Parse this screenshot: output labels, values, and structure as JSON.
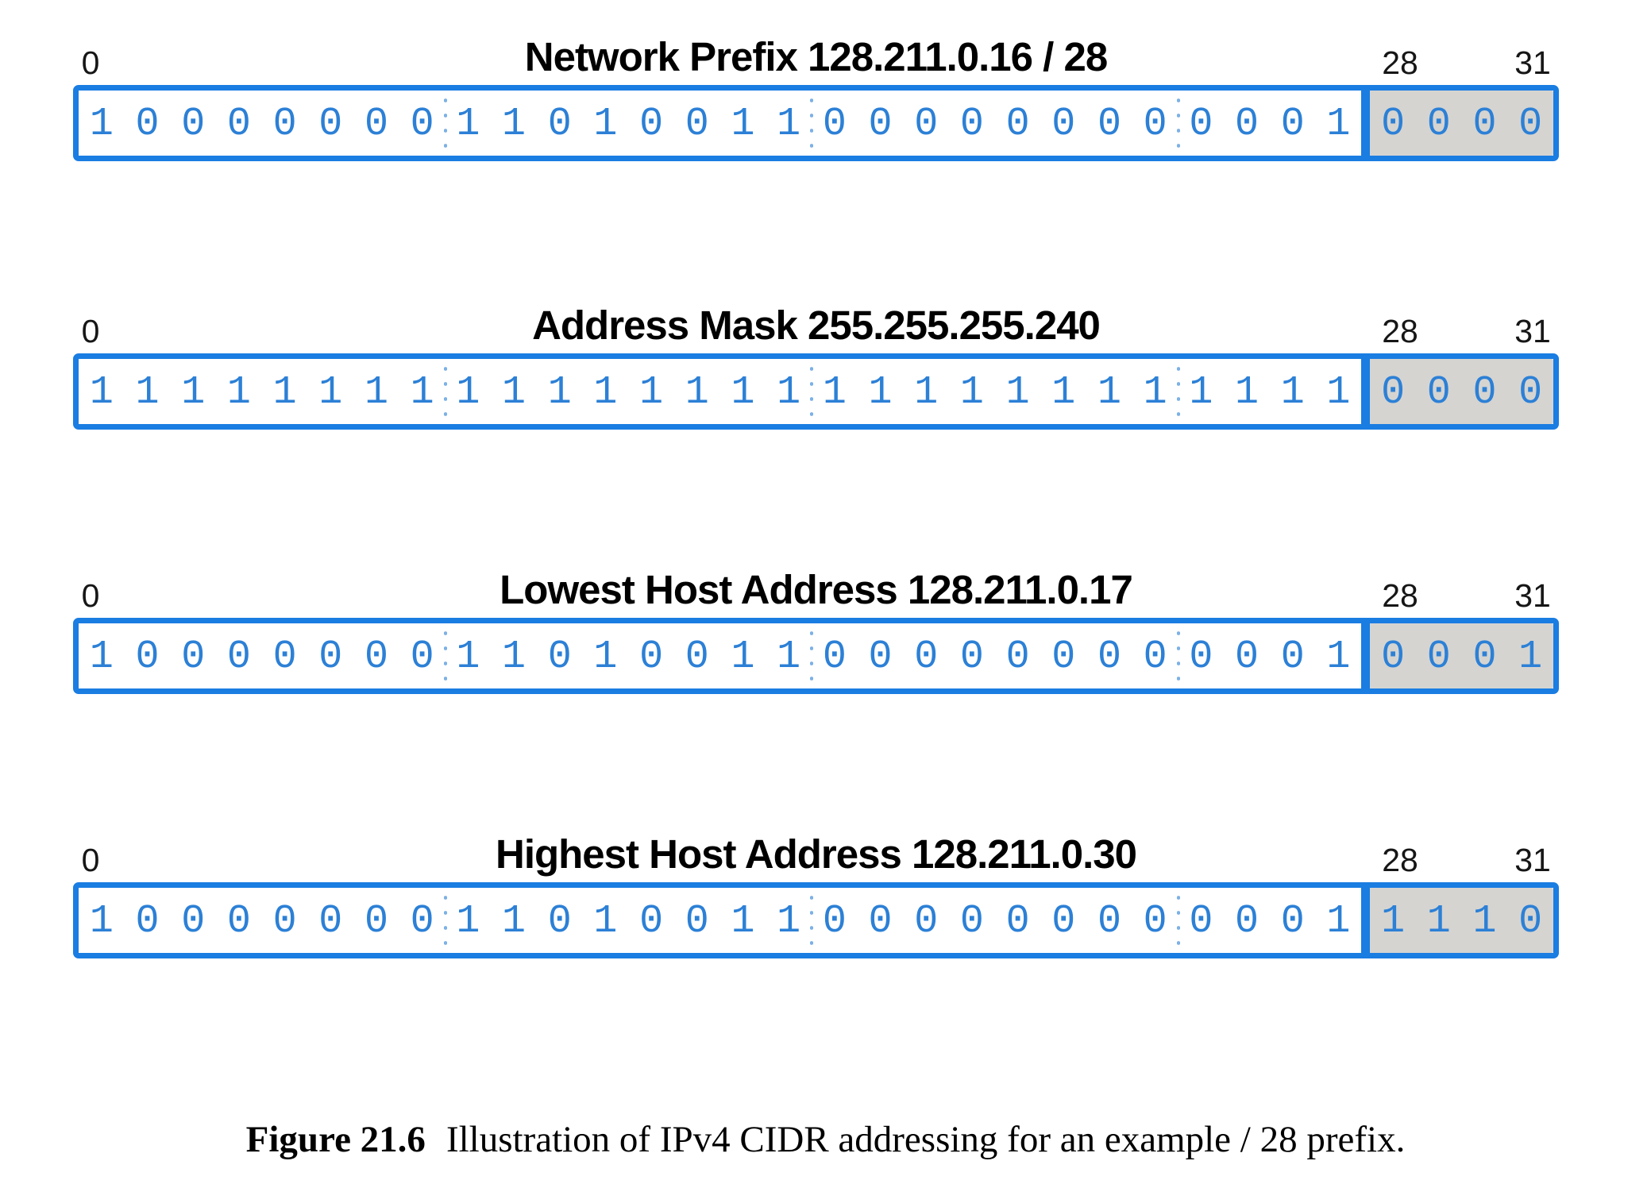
{
  "figure": {
    "prefix_length": 28,
    "total_bits": 32,
    "bit_labels": {
      "start": "0",
      "prefix_end": "28",
      "last": "31"
    },
    "rows": [
      {
        "title": "Network Prefix 128.211.0.16 / 28",
        "bits": "10000000110100110000000000010000"
      },
      {
        "title": "Address Mask 255.255.255.240",
        "bits": "11111111111111111111111111110000"
      },
      {
        "title": "Lowest Host Address 128.211.0.17",
        "bits": "10000000110100110000000000010001"
      },
      {
        "title": "Highest Host Address 128.211.0.30",
        "bits": "10000000110100110000000000011110"
      }
    ],
    "caption": {
      "label": "Figure 21.6",
      "text": "Illustration of IPv4 CIDR addressing for an example / 28 prefix."
    },
    "colors": {
      "border_blue": "#1a7de2",
      "bit_blue": "#2c80d6",
      "separator_dot_blue": "#7db1e6",
      "host_shade_gray": "#d5d4d1",
      "text_black": "#000000"
    }
  }
}
